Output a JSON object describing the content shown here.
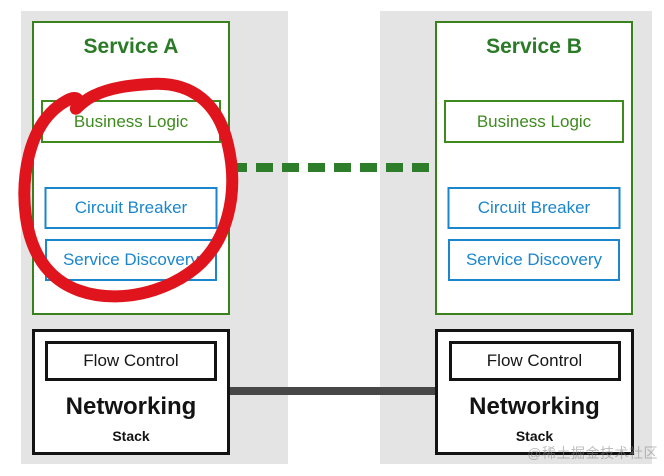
{
  "services": [
    {
      "title": "Service A",
      "components": {
        "business_logic": "Business Logic",
        "circuit_breaker": "Circuit Breaker",
        "service_discovery": "Service Discovery"
      },
      "networking": {
        "flow_control": "Flow Control",
        "title": "Networking",
        "subtitle": "Stack"
      }
    },
    {
      "title": "Service B",
      "components": {
        "business_logic": "Business Logic",
        "circuit_breaker": "Circuit Breaker",
        "service_discovery": "Service Discovery"
      },
      "networking": {
        "flow_control": "Flow Control",
        "title": "Networking",
        "subtitle": "Stack"
      }
    }
  ],
  "connections": [
    {
      "name": "business-logic-link",
      "style": "dashed",
      "color": "#2e7d2a"
    },
    {
      "name": "networking-link",
      "style": "solid",
      "color": "#474747"
    }
  ],
  "annotation": {
    "shape": "hand-drawn-circle",
    "color": "#e0141c",
    "target": "Service A components"
  },
  "watermark": "@稀土掘金技术社区",
  "colors": {
    "panel_border_green": "#39811d",
    "title_green": "#2b7a27",
    "component_green": "#3f8a1f",
    "component_blue": "#1b86cc",
    "black_panel": "#131313",
    "band_gray": "#e4e4e5"
  }
}
